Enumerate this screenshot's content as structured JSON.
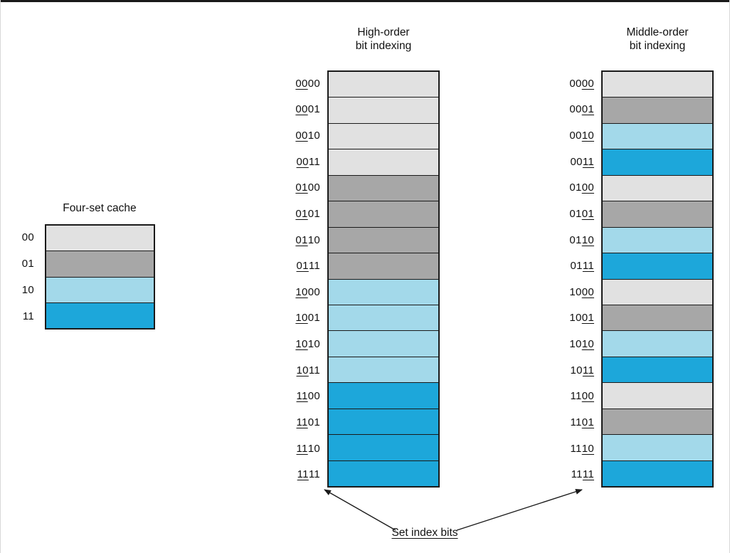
{
  "colors": {
    "set0": "#e1e1e1",
    "set1": "#a7a7a7",
    "set2": "#a3d9ea",
    "set3": "#1da7da",
    "line": "#1a1a1a"
  },
  "cache": {
    "title": "Four-set cache",
    "rows": [
      {
        "pre": "00",
        "set": "set0"
      },
      {
        "pre": "01",
        "set": "set1"
      },
      {
        "pre": "10",
        "set": "set2"
      },
      {
        "pre": "11",
        "set": "set3"
      }
    ]
  },
  "high_order": {
    "title_line1": "High-order",
    "title_line2": "bit indexing",
    "underlined_bits": "first two (high-order)",
    "rows": [
      {
        "u": "00",
        "post": "00",
        "set": "set0"
      },
      {
        "u": "00",
        "post": "01",
        "set": "set0"
      },
      {
        "u": "00",
        "post": "10",
        "set": "set0"
      },
      {
        "u": "00",
        "post": "11",
        "set": "set0"
      },
      {
        "u": "01",
        "post": "00",
        "set": "set1"
      },
      {
        "u": "01",
        "post": "01",
        "set": "set1"
      },
      {
        "u": "01",
        "post": "10",
        "set": "set1"
      },
      {
        "u": "01",
        "post": "11",
        "set": "set1"
      },
      {
        "u": "10",
        "post": "00",
        "set": "set2"
      },
      {
        "u": "10",
        "post": "01",
        "set": "set2"
      },
      {
        "u": "10",
        "post": "10",
        "set": "set2"
      },
      {
        "u": "10",
        "post": "11",
        "set": "set2"
      },
      {
        "u": "11",
        "post": "00",
        "set": "set3"
      },
      {
        "u": "11",
        "post": "01",
        "set": "set3"
      },
      {
        "u": "11",
        "post": "10",
        "set": "set3"
      },
      {
        "u": "11",
        "post": "11",
        "set": "set3"
      }
    ]
  },
  "middle_order": {
    "title_line1": "Middle-order",
    "title_line2": "bit indexing",
    "underlined_bits": "last two (set index)",
    "rows": [
      {
        "pre": "00",
        "u": "00",
        "set": "set0"
      },
      {
        "pre": "00",
        "u": "01",
        "set": "set1"
      },
      {
        "pre": "00",
        "u": "10",
        "set": "set2"
      },
      {
        "pre": "00",
        "u": "11",
        "set": "set3"
      },
      {
        "pre": "01",
        "u": "00",
        "set": "set0"
      },
      {
        "pre": "01",
        "u": "01",
        "set": "set1"
      },
      {
        "pre": "01",
        "u": "10",
        "set": "set2"
      },
      {
        "pre": "01",
        "u": "11",
        "set": "set3"
      },
      {
        "pre": "10",
        "u": "00",
        "set": "set0"
      },
      {
        "pre": "10",
        "u": "01",
        "set": "set1"
      },
      {
        "pre": "10",
        "u": "10",
        "set": "set2"
      },
      {
        "pre": "10",
        "u": "11",
        "set": "set3"
      },
      {
        "pre": "11",
        "u": "00",
        "set": "set0"
      },
      {
        "pre": "11",
        "u": "01",
        "set": "set1"
      },
      {
        "pre": "11",
        "u": "10",
        "set": "set2"
      },
      {
        "pre": "11",
        "u": "11",
        "set": "set3"
      }
    ]
  },
  "caption": {
    "text": "Set index bits"
  }
}
